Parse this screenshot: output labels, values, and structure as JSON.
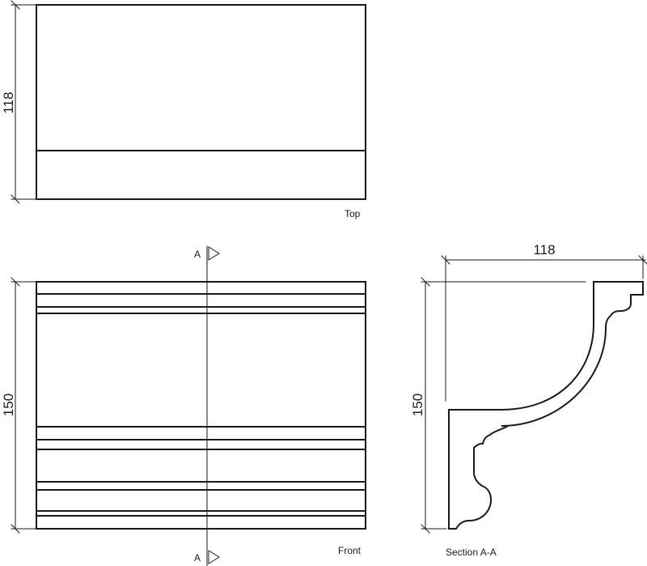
{
  "views": {
    "top": {
      "label": "Top",
      "dimension": "118"
    },
    "front": {
      "label": "Front",
      "dimension": "150",
      "section_marker_top": "A",
      "section_marker_bottom": "A"
    },
    "section": {
      "label": "Section A-A",
      "dimension_width": "118",
      "dimension_height": "150"
    }
  },
  "colors": {
    "line": "#1a1a1a",
    "background": "#ffffff"
  }
}
